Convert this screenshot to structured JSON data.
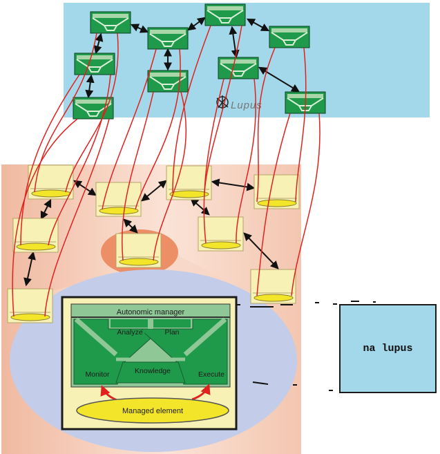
{
  "diagram": {
    "logo_text": "Lupus",
    "autonomic_manager_title": "Autonomic manager",
    "analyze_label": "Analyze",
    "plan_label": "Plan",
    "monitor_label": "Monitor",
    "knowledge_label": "Knowledge",
    "execute_label": "Execute",
    "managed_element_label": "Managed element"
  },
  "side_box": {
    "label": "na lupus"
  },
  "colors": {
    "cloud": "#a2d8ea",
    "node_green": "#1e9a4a",
    "manager_node": "#f8f1b6",
    "managed_yellow": "#f3e52a",
    "link_red": "#e0211e",
    "zone_salmon": "#f5cdb8",
    "zoom_blue": "#c3cce8"
  },
  "icons": [
    "lupus-logo-icon",
    "bidirectional-arrow-icon"
  ]
}
